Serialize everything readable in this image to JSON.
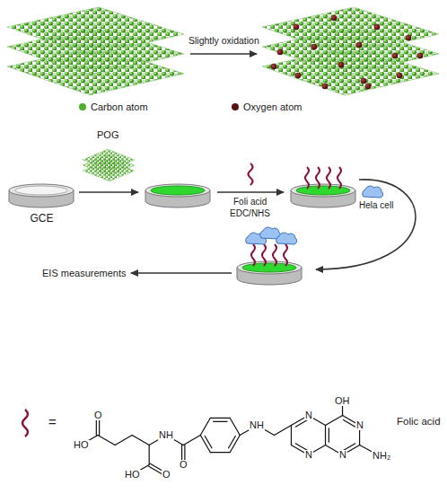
{
  "diagram": {
    "nodes": [
      {
        "text": [
          "GCE"
        ]
      }
    ],
    "labels": [
      "Slightly oxidation",
      "POG",
      "Foli acid",
      "EDC/NHS",
      "Hela cell",
      "EIS measurements",
      "=",
      "HO",
      "O",
      "NH",
      "O",
      "HO",
      "O",
      "NH",
      "N",
      "N",
      "N",
      "N",
      "OH",
      "NH₂",
      "Folic acid"
    ],
    "legend": [
      {
        "text": "Carbon atom",
        "color": "#4caf2a"
      },
      {
        "text": "Oxygen atom",
        "color": "#5c0f0f"
      }
    ]
  }
}
